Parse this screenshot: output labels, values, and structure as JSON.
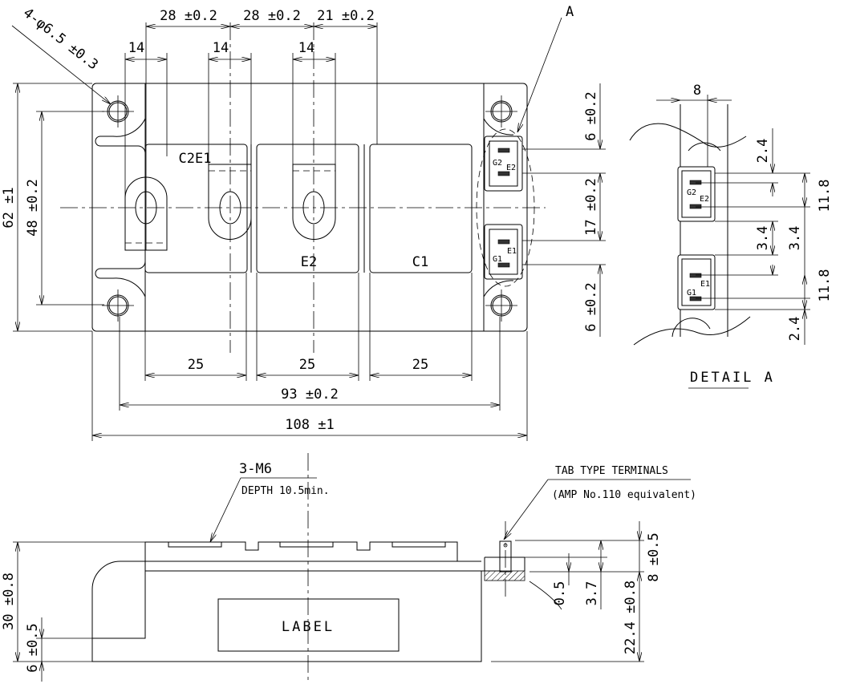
{
  "title": "Module outline drawing",
  "top_view": {
    "hole_callout": "4-φ6.5 ±0.3",
    "pitch_dims": [
      "28 ±0.2",
      "28 ±0.2",
      "21 ±0.2"
    ],
    "terminal_width_dims": [
      "14",
      "14",
      "14"
    ],
    "terminal_labels": [
      "C2E1",
      "E2",
      "C1"
    ],
    "height_dim": "62 ±1",
    "hole_pitch_vertical": "48 ±0.2",
    "right_dims": [
      "6 ±0.2",
      "17 ±0.2",
      "6 ±0.2"
    ],
    "bottom_dims": [
      "25",
      "25",
      "25"
    ],
    "hole_pitch_horizontal": "93 ±0.2",
    "length_dim": "108 ±1",
    "detail_callout": "A",
    "gate_labels": [
      "G2",
      "E2",
      "E1",
      "G1"
    ]
  },
  "detail_a": {
    "title": "DETAIL A",
    "width_dim": "8",
    "dims": [
      "2.4",
      "11.8",
      "3.4",
      "3.4",
      "11.8",
      "2.4"
    ],
    "gate_labels": [
      "G2",
      "E2",
      "E1",
      "G1"
    ]
  },
  "side_view": {
    "screw_callout": "3-M6",
    "depth_note": "DEPTH 10.5min.",
    "tab_note": "TAB TYPE TERMINALS",
    "tab_note_sub": "(AMP No.110 equivalent)",
    "label_text": "LABEL",
    "height_dim": "30 ±0.8",
    "base_dim": "6 ±0.5",
    "tab_dims": [
      "0.5",
      "3.7",
      "8 ±0.5",
      "22.4 ±0.8"
    ]
  }
}
